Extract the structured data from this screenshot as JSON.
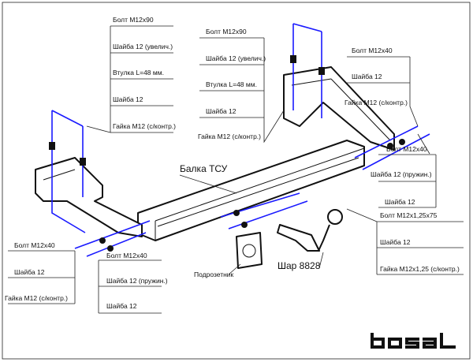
{
  "labels": {
    "group_top_left": [
      "Болт М12х90",
      "Шайба 12 (увелич.)",
      "Втулка L=48 мм.",
      "Шайба 12",
      "Гайка М12 (с/контр.)"
    ],
    "group_top_mid": [
      "Болт М12х90",
      "Шайба 12 (увелич.)",
      "Втулка L=48 мм.",
      "Шайба 12",
      "Гайка М12 (с/контр.)"
    ],
    "group_top_right": [
      "Болт М12х40",
      "Шайба 12",
      "Гайка М12 (с/контр.)"
    ],
    "group_right_mid": [
      "Болт М12х40",
      "Шайба 12 (пружин.)",
      "Шайба 12"
    ],
    "group_right_bottom": [
      "Болт М12х1,25х75",
      "Шайба 12",
      "Гайка М12х1,25 (с/контр.)"
    ],
    "group_bottom_left": [
      "Болт М12х40",
      "Шайба 12",
      "Гайка М12 (с/контр.)"
    ],
    "group_bottom_mid": [
      "Болт М12х40",
      "Шайба 12 (пружин.)",
      "Шайба 12"
    ],
    "beam": "Балка ТСУ",
    "socket_plate": "Подрозетник",
    "ball": "Шар 8828"
  },
  "logo": "bosal",
  "colors": {
    "bolt_lines": "#1a1aff",
    "ink": "#111111"
  }
}
